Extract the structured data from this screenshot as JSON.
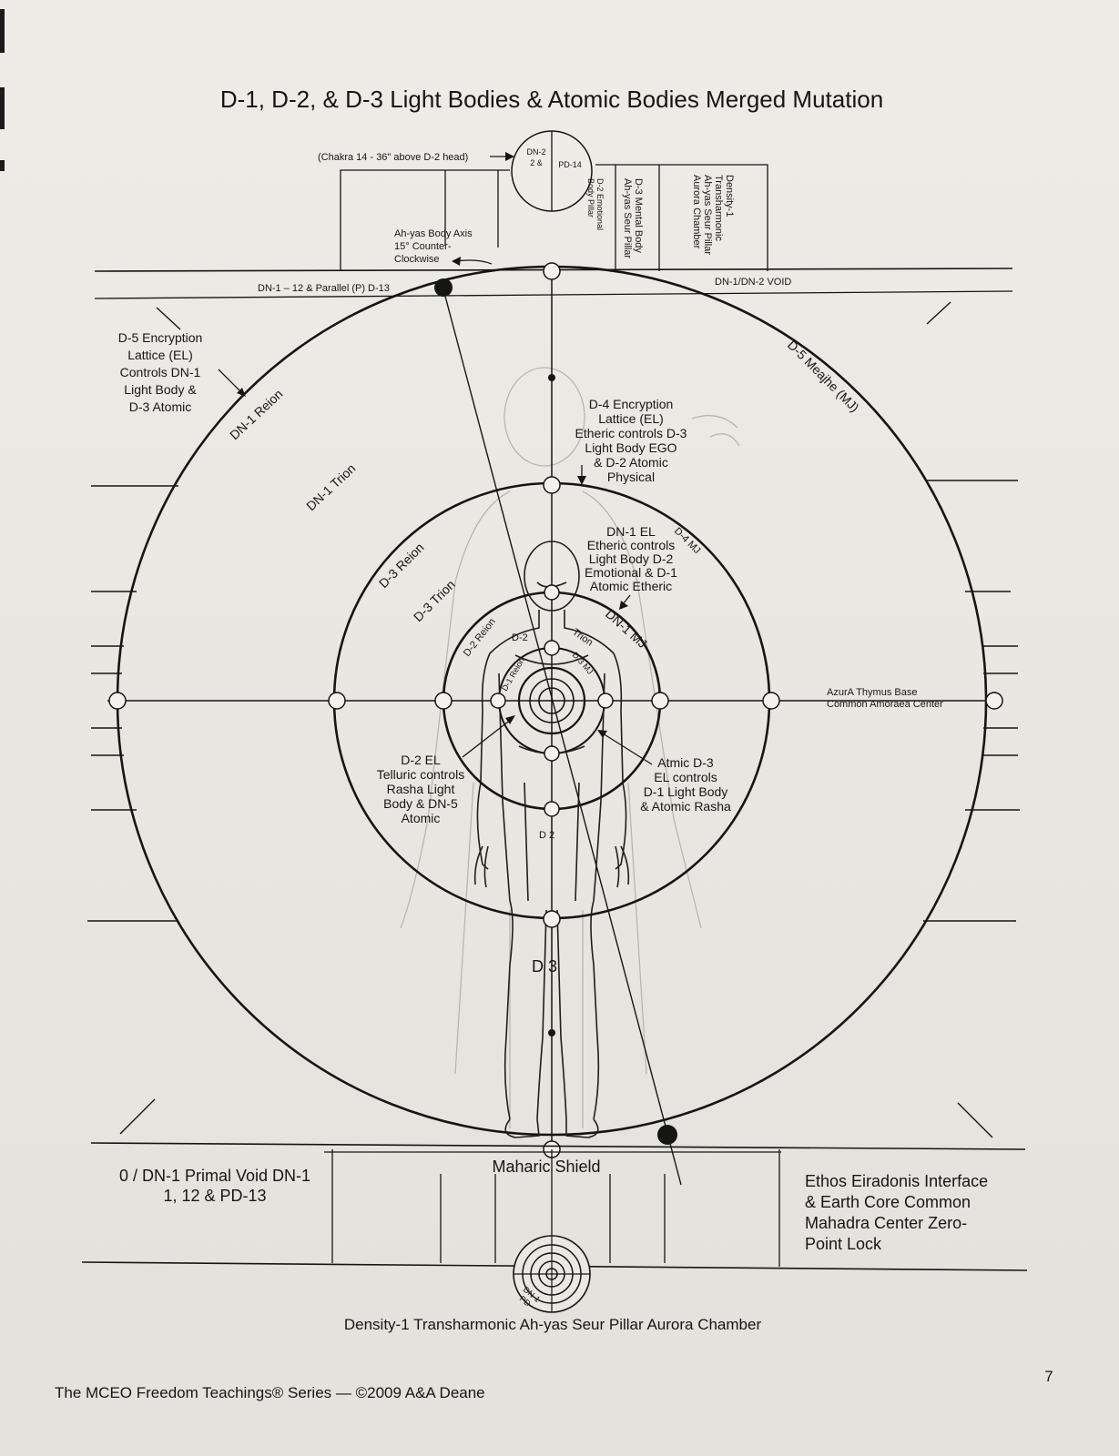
{
  "title": "D-1, D-2, & D-3 Light Bodies & Atomic Bodies Merged Mutation",
  "top": {
    "chakra_note": "(Chakra 14 - 36\" above D-2 head)",
    "node_dn2": "DN-2",
    "node_2and": "2 &",
    "node_pd14": "PD-14",
    "pillar_emotional": [
      "D-2 Emotional",
      "Body Pillar"
    ],
    "pillar_mental": [
      "D-3 Mental Body",
      "Ah-yas Seur Pillar"
    ],
    "pillar_density": [
      "Density-1",
      "Transharmonic",
      "Ah-yas Seur Pillar",
      "Aurora Chamber"
    ],
    "ahyas_axis": [
      "Ah-yas Body Axis",
      "15° Counter-",
      "Clockwise"
    ],
    "dn1_parallel": "DN-1 – 12 & Parallel (P) D-13",
    "void": "DN-1/DN-2 VOID"
  },
  "labels": {
    "d5_el": [
      "D-5 Encryption",
      "Lattice (EL)",
      "Controls DN-1",
      "Light Body &",
      "D-3 Atomic"
    ],
    "dn1_reion": "DN-1 Reion",
    "d5_meajhe": "D-5 Meajhe (MJ)",
    "dn1_trion": "DN-1 Trion",
    "d4_el": [
      "D-4 Encryption",
      "Lattice (EL)",
      "Etheric controls D-3",
      "Light Body EGO",
      "& D-2 Atomic",
      "Physical"
    ],
    "d3_reion": "D-3 Reion",
    "d3_trion": "D-3 Trion",
    "dn1_el": [
      "DN-1 EL",
      "Etheric controls",
      "Light Body D-2",
      "Emotional & D-1",
      "Atomic Etheric"
    ],
    "d4_mj": "D-4 MJ",
    "dn1_mj": "DN-1 MJ",
    "d2_reion": "D-2 Reion",
    "d2_label": "D-2",
    "trion": "Trion",
    "d1_reion": "D-1 Reion",
    "d3_mj": "D-3 MJ",
    "azura": [
      "AzurA Thymus Base",
      "Common Amoraea Center"
    ],
    "d2_el": [
      "D-2 EL",
      "Telluric controls",
      "Rasha Light",
      "Body & DN-5",
      "Atomic"
    ],
    "atmic_d3": [
      "Atmic D-3",
      "EL controls",
      "D-1 Light Body",
      "& Atomic Rasha"
    ],
    "d2_body": "D 2",
    "d3_body": "D 3"
  },
  "bottom": {
    "primal_void": [
      "0 / DN-1 Primal Void DN-1",
      "1, 12 & PD-13"
    ],
    "maharic_shield": "Maharic Shield",
    "ethos": [
      "Ethos Eiradonis Interface",
      "& Earth Core Common",
      "Mahadra Center Zero-",
      "Point Lock"
    ],
    "density_pillar": "Density-1 Transharmonic Ah-yas Seur Pillar Aurora Chamber",
    "core_label_a": "DN-1",
    "core_label_b": "PD-"
  },
  "footer": {
    "series": "The MCEO Freedom Teachings® Series — ©2009 A&A Deane",
    "page_number": "7"
  }
}
